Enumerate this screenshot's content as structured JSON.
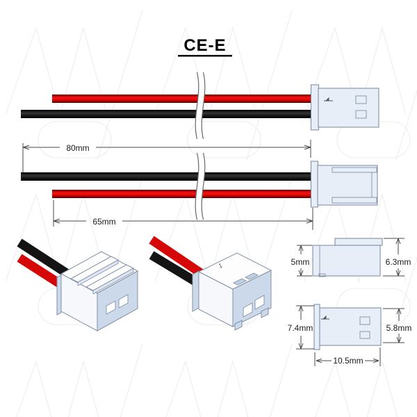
{
  "title": "CE-E",
  "dimensions": {
    "lead_length_long": "80mm",
    "lead_length_short": "65mm",
    "housing_body_height": "5mm",
    "housing_overall_height": "6.3mm",
    "housing_front_height": "7.4mm",
    "housing_rear_height": "5.8mm",
    "housing_length": "10.5mm"
  },
  "markings": {
    "pin_one": "1"
  },
  "colors": {
    "background": "#ffffff",
    "wire_red": "#dd0606",
    "wire_black": "#121212",
    "connector_fill": "#e8eef7",
    "connector_stroke": "#8090a5",
    "connector_shade": "#ccd9eb",
    "dimension_line": "#4a4a4a",
    "title_text": "#000000",
    "watermark": "#eef0f4"
  }
}
